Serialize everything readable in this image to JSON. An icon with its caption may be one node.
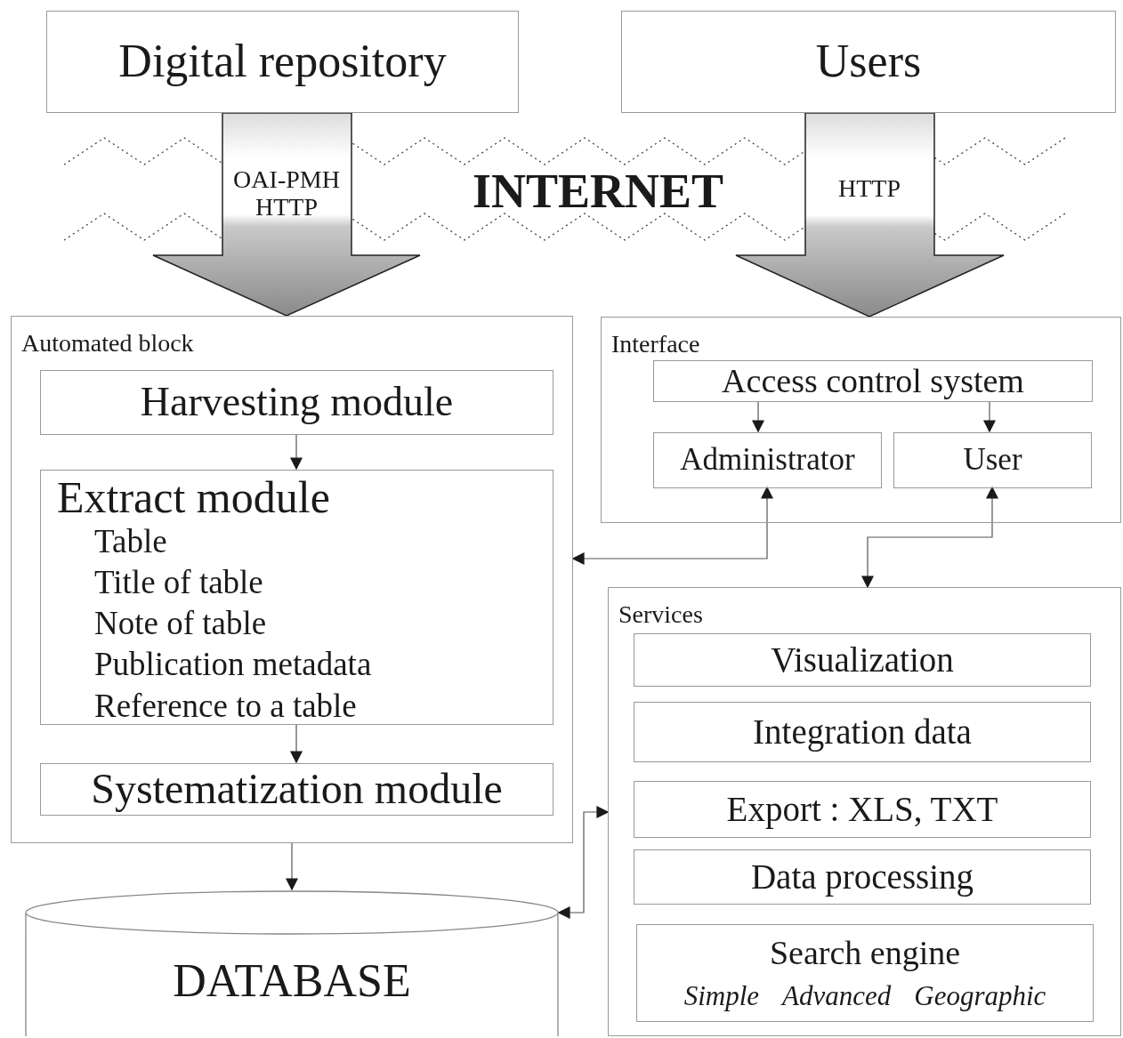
{
  "diagram": {
    "nodes": [
      {
        "text": [
          "Digital repository"
        ]
      },
      {
        "text": [
          "Users"
        ]
      },
      {
        "text": [
          "Automated block"
        ]
      },
      {
        "text": [
          "Harvesting module"
        ],
        "in": 2
      },
      {
        "text": [
          "Extract module",
          "Table",
          "Title of table",
          "Note of table",
          "Publication metadata",
          "Reference to a table"
        ],
        "in": 2
      },
      {
        "text": [
          "Systematization module"
        ],
        "in": 2
      },
      {
        "text": [
          "DATABASE"
        ]
      },
      {
        "text": [
          "Interface"
        ]
      },
      {
        "text": [
          "Access control system"
        ],
        "in": 7
      },
      {
        "text": [
          "Administrator"
        ],
        "in": 7
      },
      {
        "text": [
          "User"
        ],
        "in": 7
      },
      {
        "text": [
          "Services"
        ]
      },
      {
        "text": [
          "Visualization"
        ],
        "in": 11
      },
      {
        "text": [
          "Integration data"
        ],
        "in": 11
      },
      {
        "text": [
          "Export : XLS, TXT"
        ],
        "in": 11
      },
      {
        "text": [
          "Data processing"
        ],
        "in": 11
      },
      {
        "text": [
          "Search engine",
          "Simple",
          "Advanced",
          "Geographic"
        ],
        "in": 11
      }
    ],
    "edges": [
      {
        "from": 0,
        "to": 2,
        "arrow": "to",
        "label": "OAI-PMH HTTP",
        "style": "thick"
      },
      {
        "from": 1,
        "to": 7,
        "arrow": "to",
        "label": "HTTP",
        "style": "thick"
      },
      {
        "from": 3,
        "to": 4,
        "arrow": "to"
      },
      {
        "from": 4,
        "to": 5,
        "arrow": "to"
      },
      {
        "from": 2,
        "to": 6,
        "arrow": "to"
      },
      {
        "from": 8,
        "to": 9,
        "arrow": "to"
      },
      {
        "from": 8,
        "to": 10,
        "arrow": "to"
      },
      {
        "from": 9,
        "to": 2,
        "arrow": "both"
      },
      {
        "from": 10,
        "to": 11,
        "arrow": "both"
      },
      {
        "from": 11,
        "to": 6,
        "arrow": "both"
      }
    ],
    "labels": [
      "INTERNET"
    ]
  }
}
